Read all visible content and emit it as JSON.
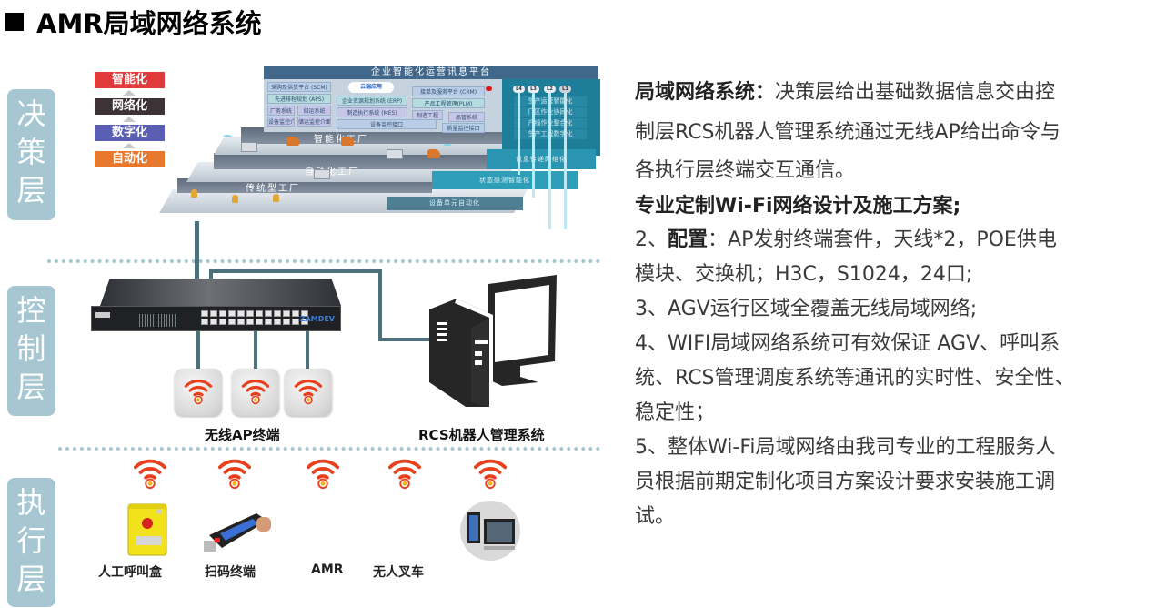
{
  "header": {
    "title": "AMR局域网络系统"
  },
  "layers": [
    {
      "label": "决策层"
    },
    {
      "label": "控制层"
    },
    {
      "label": "执行层"
    }
  ],
  "pyramid": {
    "stages": [
      {
        "label": "智能化",
        "color": "#e03a3a"
      },
      {
        "label": "网络化",
        "color": "#3d3236"
      },
      {
        "label": "数字化",
        "color": "#5b5fb3"
      },
      {
        "label": "自动化",
        "color": "#e8782e"
      }
    ],
    "platform_title": "企业智能化运营讯息平台",
    "cloud_label": "云端应用",
    "modules": [
      "采购及供货平台 (SCM)",
      "先进排程规划 (APS)",
      "企业资源规划系统 (ERP)",
      "接单及服务平台 (CRM)",
      "产品工程管理(PLM)",
      "厂务系统",
      "储运系统",
      "制造执行系统 (MES)",
      "制造工程",
      "品管系统",
      "设备监控介面",
      "储运监控介面",
      "设备监控接口",
      "质量监控接口"
    ],
    "floors": [
      "智能化工厂",
      "自动化工厂",
      "传统型工厂"
    ],
    "levels": [
      "L4",
      "L3",
      "L2",
      "L1"
    ],
    "right_labels": [
      "生产运营智能化",
      "厂区作业协同化",
      "产线作业整合化",
      "生产工程数字化",
      "讯息传递网络化",
      "状态感测智能化",
      "设备单元自动化"
    ]
  },
  "control": {
    "switch_brand": "ZAMDEV",
    "ap_caption": "无线AP终端",
    "rcs_caption": "RCS机器人管理系统"
  },
  "execution": {
    "devices": [
      {
        "label": "人工呼叫盒",
        "icon": "call-box-icon"
      },
      {
        "label": "扫码终端",
        "icon": "scanner-icon"
      },
      {
        "label": "AMR",
        "icon": "amr-icon"
      },
      {
        "label": "无人叉车",
        "icon": "forklift-icon"
      },
      {
        "label": "",
        "icon": "tablet-icon"
      }
    ]
  },
  "colors": {
    "layer_tag": "#a6c7d1",
    "connector": "#4d717c",
    "wifi": "#e8401c"
  },
  "description": {
    "intro_bold": "局域网络系统：",
    "intro_text_1": "决策层给出基础数据信息交由控",
    "intro_text_2": "制层RCS机器人管理系统通过无线AP给出命令与",
    "intro_text_3": "各执行层终端交互通信。",
    "heading": "专业定制Wi-Fi网络设计及施工方案;",
    "item2_prefix": "2、",
    "item2_bold": "配置",
    "item2_text_1": "：AP发射终端套件，天线*2，POE供电",
    "item2_text_2": "模块、交换机；H3C，S1024，24口;",
    "item3": "3、AGV运行区域全覆盖无线局域网络;",
    "item4_1": "4、WIFI局域网络系统可有效保证 AGV、呼叫系",
    "item4_2": "统、RCS管理调度系统等通讯的实时性、安全性、",
    "item4_3": "稳定性；",
    "item5_1": "5、整体Wi-Fi局域网络由我司专业的工程服务人",
    "item5_2": "员根据前期定制化项目方案设计要求安装施工调",
    "item5_3": "试。"
  }
}
